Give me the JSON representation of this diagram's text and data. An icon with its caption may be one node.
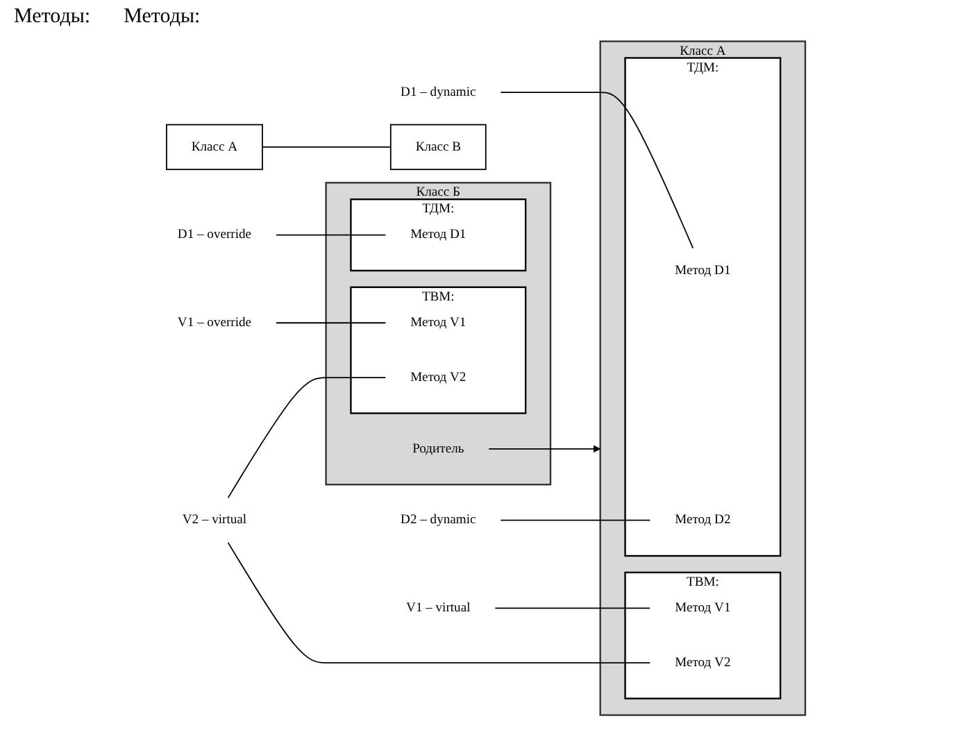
{
  "diagram": {
    "nodes": [
      {
        "text": [
          "Класс А"
        ]
      },
      {
        "text": [
          "Класс В"
        ]
      },
      {
        "text": [
          "V1 – virtual"
        ]
      },
      {
        "text": [
          "V2 – virtual"
        ]
      },
      {
        "text": [
          "D1 – dynamic"
        ]
      },
      {
        "text": [
          "D2 – dynamic"
        ]
      },
      {
        "text": [
          "V1 – override"
        ]
      },
      {
        "text": [
          "D1 – override"
        ]
      },
      {
        "text": [
          "Класс А"
        ]
      },
      {
        "text": [
          "ТВМ:"
        ],
        "in": 8
      },
      {
        "text": [
          "Метод V1"
        ],
        "in": 9
      },
      {
        "text": [
          "Метод V2"
        ],
        "in": 9
      },
      {
        "text": [
          "ТДМ:"
        ],
        "in": 8
      },
      {
        "text": [
          "Метод D1"
        ],
        "in": 12
      },
      {
        "text": [
          "Метод D2"
        ],
        "in": 12
      },
      {
        "text": [
          "Класс Б"
        ]
      },
      {
        "text": [
          "Родитель"
        ],
        "in": 15
      },
      {
        "text": [
          "ТВМ:"
        ],
        "in": 15
      },
      {
        "text": [
          "Метод V1"
        ],
        "in": 17
      },
      {
        "text": [
          "Метод V2"
        ],
        "in": 17
      },
      {
        "text": [
          "ТДМ:"
        ],
        "in": 15
      },
      {
        "text": [
          "Метод D1"
        ],
        "in": 20
      }
    ],
    "edges": [
      {
        "from": 0,
        "to": 1,
        "arrow": "none"
      },
      {
        "from": 2,
        "to": 10,
        "arrow": "none"
      },
      {
        "from": 3,
        "to": 11,
        "arrow": "none"
      },
      {
        "from": 3,
        "to": 19,
        "arrow": "none"
      },
      {
        "from": 4,
        "to": 13,
        "arrow": "none"
      },
      {
        "from": 5,
        "to": 14,
        "arrow": "none"
      },
      {
        "from": 6,
        "to": 18,
        "arrow": "none"
      },
      {
        "from": 7,
        "to": 21,
        "arrow": "none"
      },
      {
        "from": 16,
        "to": 8,
        "arrow": "to"
      }
    ],
    "labels": [
      "Методы:",
      "Методы:"
    ]
  }
}
